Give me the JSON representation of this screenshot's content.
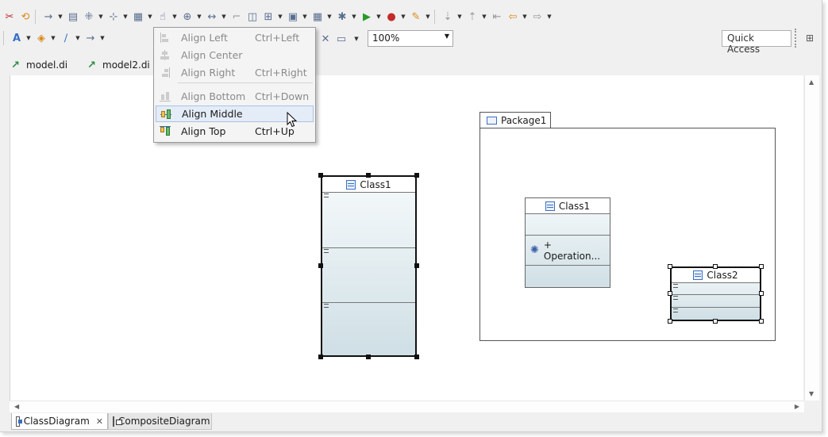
{
  "toolbar": {
    "zoom_value": "100%",
    "quick_access_placeholder": "Quick Access"
  },
  "editor_tabs": [
    {
      "label": "model.di"
    },
    {
      "label": "model2.di"
    }
  ],
  "menu": {
    "items": [
      {
        "label": "Align Left",
        "shortcut": "Ctrl+Left",
        "enabled": false
      },
      {
        "label": "Align Center",
        "shortcut": "",
        "enabled": false
      },
      {
        "label": "Align Right",
        "shortcut": "Ctrl+Right",
        "enabled": false
      },
      {
        "label": "Align Bottom",
        "shortcut": "Ctrl+Down",
        "enabled": false
      },
      {
        "label": "Align Middle",
        "shortcut": "",
        "enabled": true,
        "hovered": true
      },
      {
        "label": "Align Top",
        "shortcut": "Ctrl+Up",
        "enabled": true
      }
    ]
  },
  "diagram": {
    "class_left": {
      "name": "Class1"
    },
    "package": {
      "name": "Package1"
    },
    "class_in_package": {
      "name": "Class1",
      "operation": "+ Operation..."
    },
    "class2": {
      "name": "Class2"
    }
  },
  "bottom_tabs": [
    {
      "label": "ClassDiagram",
      "active": true
    },
    {
      "label": "CompositeDiagram",
      "active": false
    }
  ],
  "colors": {
    "menu_hover": "#e4ecf7",
    "class_fill_top": "#f6fafb",
    "class_fill_bottom": "#cfdfe5",
    "accent_blue": "#3b6fc4"
  }
}
